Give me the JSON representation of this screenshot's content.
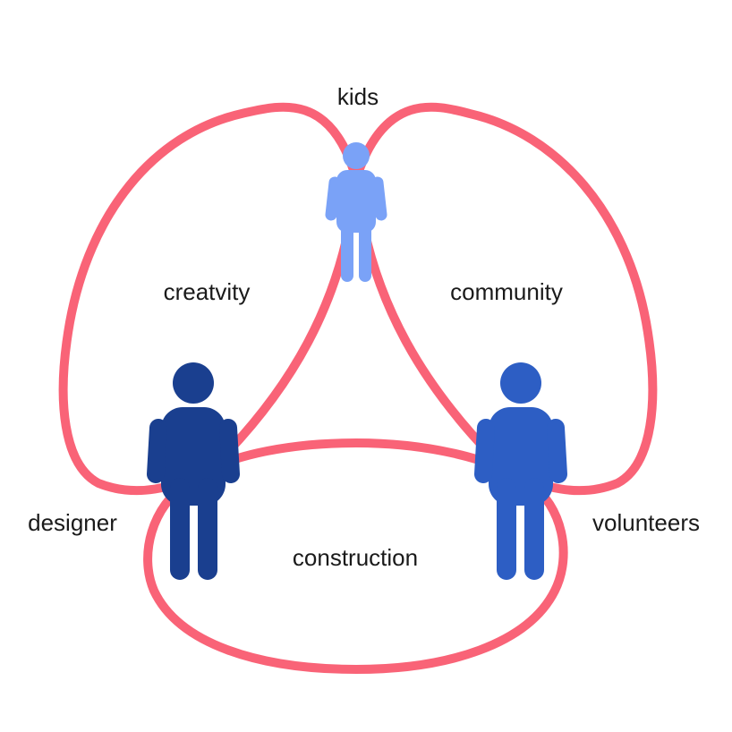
{
  "labels": {
    "kids": "kids",
    "creativity": "creatvity",
    "community": "community",
    "designer": "designer",
    "volunteers": "volunteers",
    "construction": "construction"
  },
  "colors": {
    "loop": "#f96377",
    "kids_figure": "#7aa2f7",
    "designer_figure": "#1a3f8f",
    "volunteers_figure": "#2d5ec4",
    "text": "#1a1a1a"
  }
}
